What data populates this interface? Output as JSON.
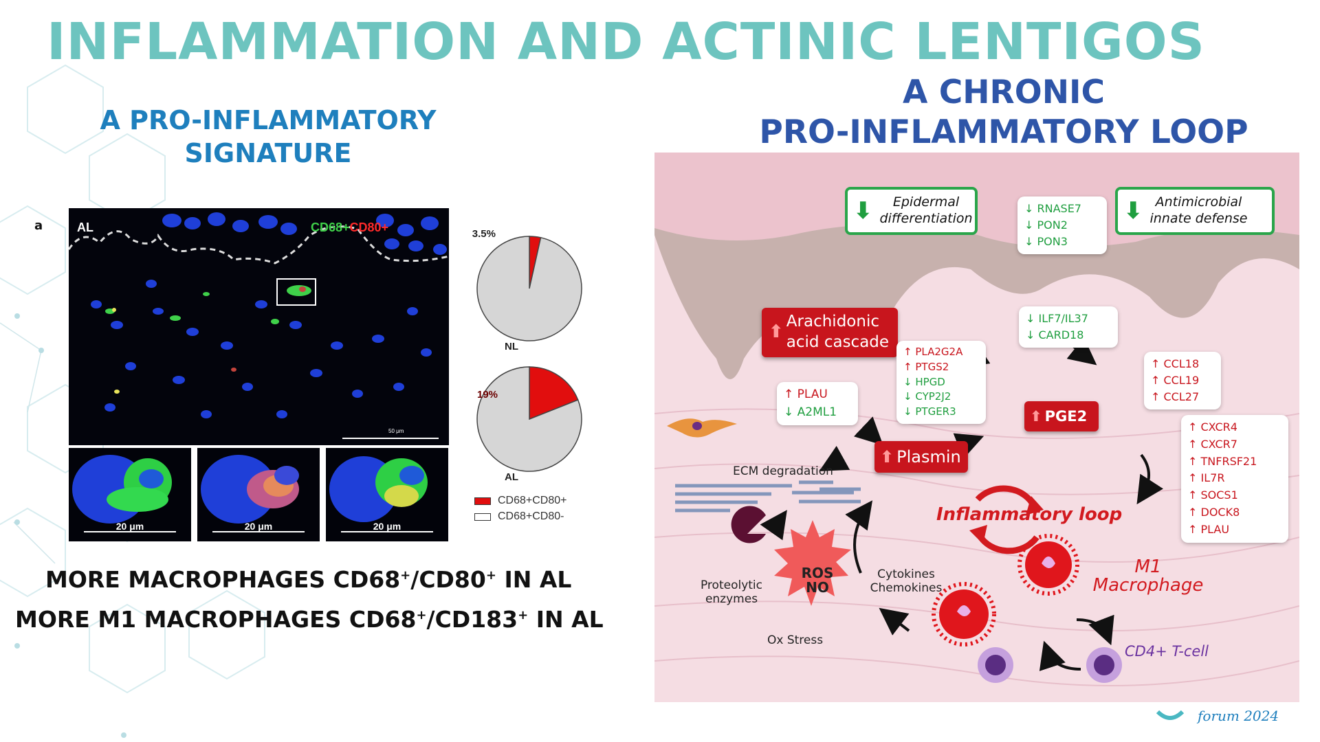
{
  "title": "INFLAMMATION AND ACTINIC LENTIGOS",
  "left_subtitle": "A PRO-INFLAMMATORY SIGNATURE",
  "right_subtitle": [
    "A CHRONIC",
    "PRO-INFLAMMATORY LOOP"
  ],
  "figure": {
    "panel_letter": "a",
    "micro_label": "AL",
    "stain_label_green": "CD68+",
    "stain_label_red": "CD80+",
    "main_scale": "50 μm",
    "zoom_scales": [
      "20 μm",
      "20 μm",
      "20 μm"
    ]
  },
  "chart_data": {
    "type": "pie",
    "charts": [
      {
        "label": "NL",
        "slices": [
          {
            "name": "CD68+CD80+",
            "value": 3.5
          },
          {
            "name": "CD68+CD80-",
            "value": 96.5
          }
        ],
        "annotation": "3.5%"
      },
      {
        "label": "AL",
        "slices": [
          {
            "name": "CD68+CD80+",
            "value": 19
          },
          {
            "name": "CD68+CD80-",
            "value": 81
          }
        ],
        "annotation": "19%"
      }
    ],
    "legend": [
      {
        "name": "CD68+CD80+",
        "color": "#e10e0e"
      },
      {
        "name": "CD68+CD80-",
        "color": "#ffffff"
      }
    ],
    "colors": {
      "positive": "#e10e0e",
      "negative": "#d6d6d6"
    }
  },
  "statements": {
    "line1": {
      "pre": "MORE MACROPHAGES CD68",
      "mid": "/CD80",
      "post": " IN AL"
    },
    "line2": {
      "pre": "MORE M1 MACROPHAGES CD68",
      "mid": "/CD183",
      "post": " IN AL"
    },
    "sup": "+"
  },
  "diagram": {
    "epidermal": [
      "Epidermal",
      "differentiation"
    ],
    "antimicrobial": [
      "Antimicrobial",
      "innate defense"
    ],
    "genes_top": [
      {
        "dir": "↓",
        "name": "RNASE7"
      },
      {
        "dir": "↓",
        "name": "PON2"
      },
      {
        "dir": "↓",
        "name": "PON3"
      }
    ],
    "genes_ilf": [
      {
        "dir": "↓",
        "name": "ILF7/IL37"
      },
      {
        "dir": "↓",
        "name": "CARD18"
      }
    ],
    "arachidonic": [
      "Arachidonic",
      "acid cascade"
    ],
    "genes_pla": [
      {
        "dir": "↑",
        "name": "PLA2G2A"
      },
      {
        "dir": "↑",
        "name": "PTGS2"
      },
      {
        "dir": "↓",
        "name": "HPGD"
      },
      {
        "dir": "↓",
        "name": "CYP2J2"
      },
      {
        "dir": "↓",
        "name": "PTGER3"
      }
    ],
    "genes_plau": [
      {
        "dir": "↑",
        "name": "PLAU"
      },
      {
        "dir": "↓",
        "name": "A2ML1"
      }
    ],
    "genes_ccl": [
      {
        "dir": "↑",
        "name": "CCL18"
      },
      {
        "dir": "↑",
        "name": "CCL19"
      },
      {
        "dir": "↑",
        "name": "CCL27"
      }
    ],
    "genes_cxcr": [
      {
        "dir": "↑",
        "name": "CXCR4"
      },
      {
        "dir": "↑",
        "name": "CXCR7"
      },
      {
        "dir": "↑",
        "name": "TNFRSF21"
      },
      {
        "dir": "↑",
        "name": "IL7R"
      },
      {
        "dir": "↑",
        "name": "SOCS1"
      },
      {
        "dir": "↑",
        "name": "DOCK8"
      },
      {
        "dir": "↑",
        "name": "PLAU"
      }
    ],
    "pge2": "PGE2",
    "plasmin": "Plasmin",
    "ecm": "ECM degradation",
    "loop": "Inflammatory  loop",
    "proteolytic": [
      "Proteolytic",
      "enzymes"
    ],
    "ros": [
      "ROS",
      "NO"
    ],
    "cytokines": [
      "Cytokines",
      "Chemokines"
    ],
    "oxstress": "Ox Stress",
    "m1": [
      "M1",
      "Macrophage"
    ],
    "cd4": "CD4+ T-cell"
  },
  "logo_text": "forum 2024",
  "colors": {
    "title": "#6dc4bf",
    "left_subtitle": "#1e7fbd",
    "right_subtitle": "#2e55a8",
    "red_box": "#c8151d",
    "green_box": "#2aa54a",
    "up_gene": "#c8151d",
    "down_gene": "#1f9e3f"
  }
}
